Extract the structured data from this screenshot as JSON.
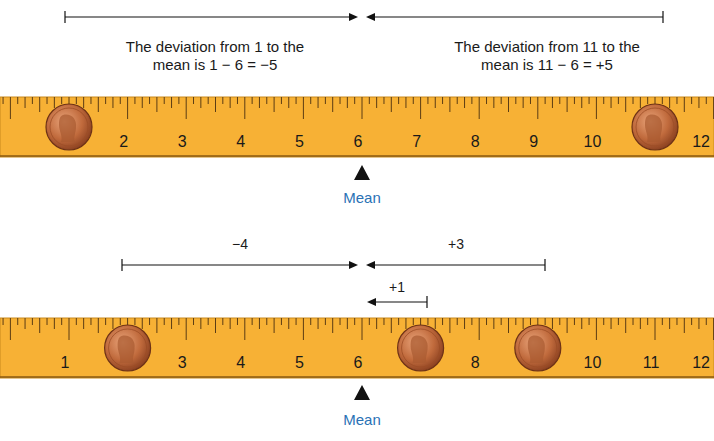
{
  "diagram": {
    "labels": [
      "The deviation from 1 to the mean is 1 − 6 = −5",
      "The deviation from 11 to the mean is 11 − 6 = +5",
      "2",
      "3",
      "4",
      "5",
      "6",
      "7",
      "8",
      "9",
      "10",
      "12",
      "Mean",
      "−4",
      "+3",
      "+1",
      "1",
      "3",
      "4",
      "5",
      "6",
      "8",
      "10",
      "11",
      "12",
      "Mean"
    ]
  }
}
